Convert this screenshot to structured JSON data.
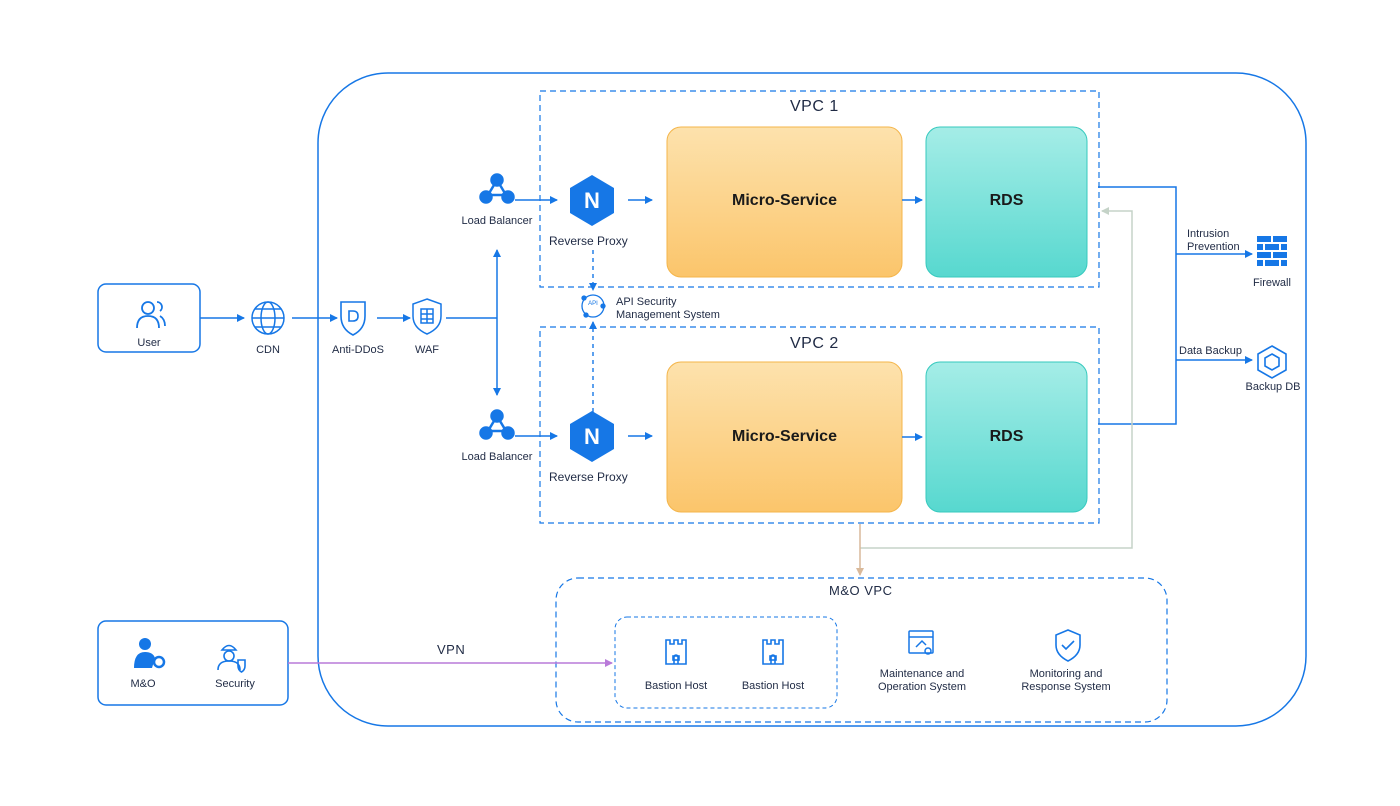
{
  "diagram": {
    "colors": {
      "primary": "#1677e6",
      "micro_service_fill": "#fcd28a",
      "rds_fill": "#6fe0d8",
      "mgmt_link": "#b97ad9",
      "backup_link": "#d9b99a"
    },
    "external": {
      "user": {
        "label": "User",
        "icon": "user-icon"
      },
      "cdn": {
        "label": "CDN",
        "icon": "globe-icon"
      },
      "anti_ddos": {
        "label": "Anti-DDoS",
        "icon": "shield-icon"
      },
      "waf": {
        "label": "WAF",
        "icon": "waf-icon"
      },
      "mo": {
        "label": "M&O",
        "icon": "admin-icon"
      },
      "security": {
        "label": "Security",
        "icon": "officer-icon"
      }
    },
    "vpc1": {
      "title": "VPC 1",
      "load_balancer": "Load Balancer",
      "reverse_proxy": "Reverse Proxy",
      "proxy_glyph": "N",
      "micro_service": "Micro-Service",
      "rds": "RDS"
    },
    "vpc2": {
      "title": "VPC 2",
      "load_balancer": "Load Balancer",
      "reverse_proxy": "Reverse Proxy",
      "proxy_glyph": "N",
      "micro_service": "Micro-Service",
      "rds": "RDS"
    },
    "api_security": {
      "line1": "API Security",
      "line2": "Management System",
      "icon_text": "API"
    },
    "right_side": {
      "intrusion_line1": "Intrusion",
      "intrusion_line2": "Prevention",
      "firewall": "Firewall",
      "data_backup": "Data Backup",
      "backup_db": "Backup DB"
    },
    "mo_vpc": {
      "title": "M&O VPC",
      "bastion1": "Bastion Host",
      "bastion2": "Bastion Host",
      "maint_line1": "Maintenance and",
      "maint_line2": "Operation System",
      "monitor_line1": "Monitoring and",
      "monitor_line2": "Response System"
    },
    "vpn_label": "VPN"
  }
}
